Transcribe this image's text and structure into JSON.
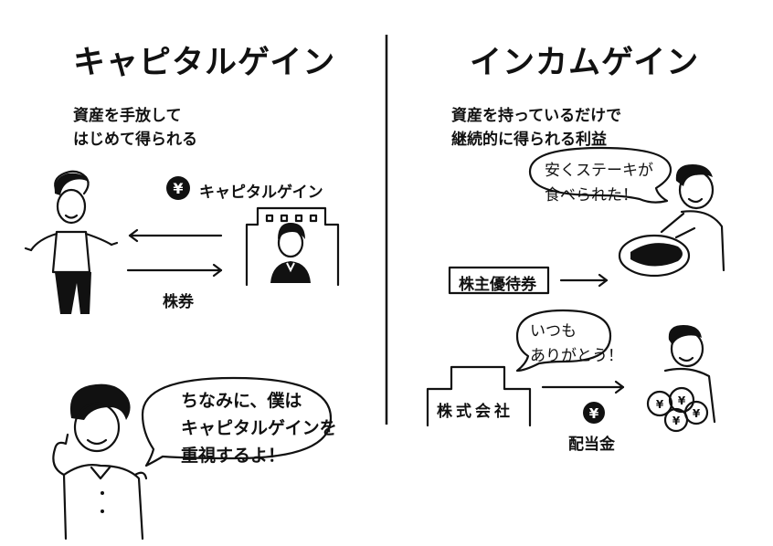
{
  "left": {
    "title": "キャピタルゲイン",
    "subtitle_lines": [
      "資産を手放して",
      "はじめて得られる"
    ],
    "badge_label": "キャピタルゲイン",
    "badge_icon": "yen-coin-icon",
    "arrow_label": "株券",
    "bubble_lines": [
      "ちなみに、僕は",
      "キャピタルゲインを",
      "重視するよ！"
    ]
  },
  "right": {
    "title": "インカムゲイン",
    "subtitle_lines": [
      "資産を持っているだけで",
      "継続的に得られる利益"
    ],
    "steak_bubble_lines": [
      "安くステーキが",
      "食べられた！"
    ],
    "voucher_label": "株主優待券",
    "thanks_bubble_lines": [
      "いつも",
      "ありがとう！"
    ],
    "company_label": "株式会社",
    "dividend_label": "配当金",
    "dividend_icon": "yen-coin-icon"
  },
  "colors": {
    "ink": "#111111",
    "background": "#ffffff"
  }
}
